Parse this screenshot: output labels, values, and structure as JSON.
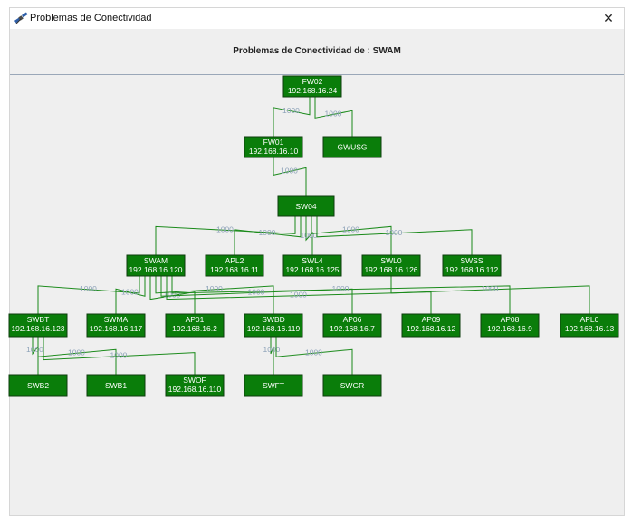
{
  "window": {
    "title": "Problemas de Conectividad",
    "close_glyph": "✕",
    "icon": "satellite-icon"
  },
  "heading": "Problemas de Conectividad de : SWAM",
  "colors": {
    "node_fill": "#0a7d0a",
    "node_border": "#0e3d0e",
    "edge": "#1a8a1a",
    "edge_label": "#8da2b8",
    "background": "#efefef"
  },
  "nodes": [
    {
      "id": "FW02",
      "name": "FW02",
      "ip": "192.168.16.24"
    },
    {
      "id": "FW01",
      "name": "FW01",
      "ip": "192.168.16.10"
    },
    {
      "id": "GWUSG",
      "name": "GWUSG",
      "ip": ""
    },
    {
      "id": "SW04",
      "name": "SW04",
      "ip": ""
    },
    {
      "id": "SWAM",
      "name": "SWAM",
      "ip": "192.168.16.120"
    },
    {
      "id": "APL2",
      "name": "APL2",
      "ip": "192.168.16.11"
    },
    {
      "id": "SWL4",
      "name": "SWL4",
      "ip": "192.168.16.125"
    },
    {
      "id": "SWL0",
      "name": "SWL0",
      "ip": "192.168.16.126"
    },
    {
      "id": "SWSS",
      "name": "SWSS",
      "ip": "192.168.16.112"
    },
    {
      "id": "SWBT",
      "name": "SWBT",
      "ip": "192.168.16.123"
    },
    {
      "id": "SWMA",
      "name": "SWMA",
      "ip": "192.168.16.117"
    },
    {
      "id": "AP01",
      "name": "AP01",
      "ip": "192.168.16.2"
    },
    {
      "id": "SWBD",
      "name": "SWBD",
      "ip": "192.168.16.119"
    },
    {
      "id": "AP06",
      "name": "AP06",
      "ip": "192.168.16.7"
    },
    {
      "id": "AP09",
      "name": "AP09",
      "ip": "192.168.16.12"
    },
    {
      "id": "AP08",
      "name": "AP08",
      "ip": "192.168.16.9"
    },
    {
      "id": "APL0",
      "name": "APL0",
      "ip": "192.168.16.13"
    },
    {
      "id": "SWB2",
      "name": "SWB2",
      "ip": ""
    },
    {
      "id": "SWB1",
      "name": "SWB1",
      "ip": ""
    },
    {
      "id": "SWOF",
      "name": "SWOF",
      "ip": "192.168.16.110"
    },
    {
      "id": "SWFT",
      "name": "SWFT",
      "ip": ""
    },
    {
      "id": "SWGR",
      "name": "SWGR",
      "ip": ""
    }
  ],
  "edges": [
    {
      "from": "FW02",
      "to": "FW01",
      "label": "1000"
    },
    {
      "from": "FW02",
      "to": "GWUSG",
      "label": "1000"
    },
    {
      "from": "FW01",
      "to": "SW04",
      "label": "1000"
    },
    {
      "from": "SW04",
      "to": "SWAM",
      "label": "1000"
    },
    {
      "from": "SW04",
      "to": "APL2",
      "label": "1000"
    },
    {
      "from": "SW04",
      "to": "SWL4",
      "label": "1000"
    },
    {
      "from": "SW04",
      "to": "SWL0",
      "label": "1000"
    },
    {
      "from": "SW04",
      "to": "SWSS",
      "label": "1000"
    },
    {
      "from": "SWAM",
      "to": "SWBT",
      "label": "1000"
    },
    {
      "from": "SWAM",
      "to": "SWMA",
      "label": "1000"
    },
    {
      "from": "SWAM",
      "to": "AP01",
      "label": "1000"
    },
    {
      "from": "SWAM",
      "to": "SWBD",
      "label": "1000"
    },
    {
      "from": "SWAM",
      "to": "AP06",
      "label": "1000"
    },
    {
      "from": "SWAM",
      "to": "AP09",
      "label": "1000"
    },
    {
      "from": "SWAM",
      "to": "AP08",
      "label": "1000"
    },
    {
      "from": "SWL0",
      "to": "APL0",
      "label": "1000"
    },
    {
      "from": "SWBT",
      "to": "SWB2",
      "label": "1000"
    },
    {
      "from": "SWBT",
      "to": "SWB1",
      "label": "1000"
    },
    {
      "from": "SWBT",
      "to": "SWOF",
      "label": "1000"
    },
    {
      "from": "SWBD",
      "to": "SWFT",
      "label": "1000"
    },
    {
      "from": "SWBD",
      "to": "SWGR",
      "label": "1000"
    }
  ]
}
